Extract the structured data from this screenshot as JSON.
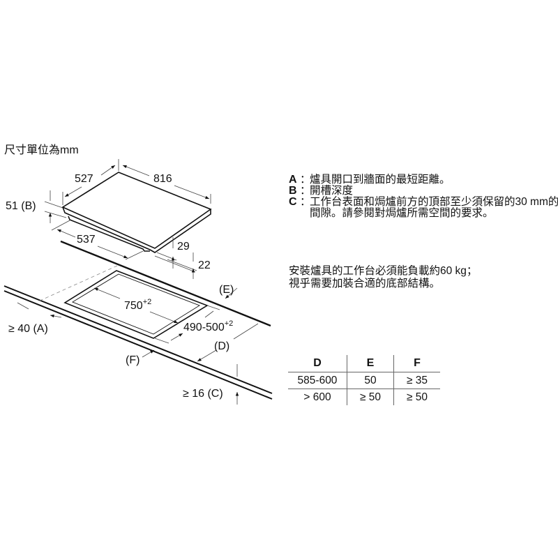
{
  "unit_label": "尺寸單位為mm",
  "dimensions": {
    "hob_depth": "527",
    "hob_width": "816",
    "depth_b": "51 (B)",
    "depth_537": "537",
    "height_29": "29",
    "height_22": "22",
    "cutout_width": "750",
    "cutout_width_tol": "+2",
    "cutout_depth": "490-500",
    "cutout_depth_tol": "+2",
    "label_e": "(E)",
    "label_d": "(D)",
    "label_f": "(F)",
    "min_a": "≥ 40 (A)",
    "min_c": "≥ 16 (C)"
  },
  "notes": [
    {
      "key": "A",
      "text": "爐具開口到牆面的最短距離。"
    },
    {
      "key": "B",
      "text": "開槽深度"
    },
    {
      "key": "C",
      "text": "工作台表面和焗爐前方的頂部至少須保留的30 mm的間隙。請參閱對焗爐所需空間的要求。"
    }
  ],
  "load_note": [
    "安裝爐具的工作台必須能負載約60 kg；",
    "視乎需要加裝合適的底部結構。"
  ],
  "table": {
    "headers": [
      "D",
      "E",
      "F"
    ],
    "rows": [
      [
        "585-600",
        "50",
        "≥ 35"
      ],
      [
        "> 600",
        "≥ 50",
        "≥ 50"
      ]
    ]
  }
}
